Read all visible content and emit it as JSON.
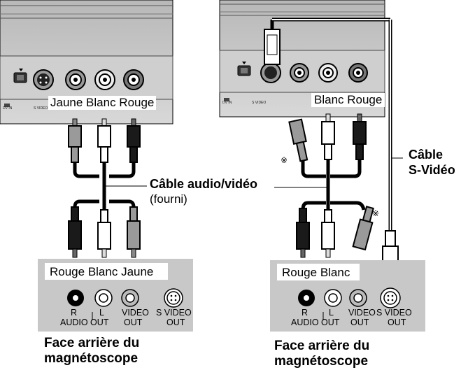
{
  "left": {
    "player_labels": "Jaune Blanc Rouge",
    "recorder_labels": "Rouge Blanc Jaune",
    "cable_name": "Câble audio/vidéo",
    "cable_note": "(fourni)",
    "panel_small": {
      "dv_in": "DV IN",
      "s_video": "S VIDEO"
    },
    "jacks": {
      "r": "R",
      "l": "L",
      "audio_out": "AUDIO OUT",
      "video_out_1": "VIDEO",
      "video_out_2": "OUT",
      "svideo_1": "S VIDEO",
      "svideo_2": "OUT"
    },
    "caption_1": "Face arrière du",
    "caption_2": "magnétoscope"
  },
  "right": {
    "player_labels": "Blanc Rouge",
    "recorder_labels": "Rouge Blanc",
    "cable_name_1": "Câble",
    "cable_name_2": "S-Vidéo",
    "note_mark": "※",
    "panel_small": {
      "dv_in": "DV IN",
      "s_video": "S VIDEO"
    },
    "jacks": {
      "r": "R",
      "l": "L",
      "audio_out": "AUDIO OUT",
      "video_out_1": "VIDEO",
      "video_out_2": "OUT",
      "svideo_1": "S VIDEO",
      "svideo_2": "OUT"
    },
    "caption_1": "Face arrière du",
    "caption_2": "magnétoscope"
  },
  "colors": {
    "panel": "#c8c8c8",
    "plug_black": "#1a1a1a",
    "plug_white": "#ffffff",
    "plug_gray": "#9a9a9a",
    "cable": "#000000"
  }
}
